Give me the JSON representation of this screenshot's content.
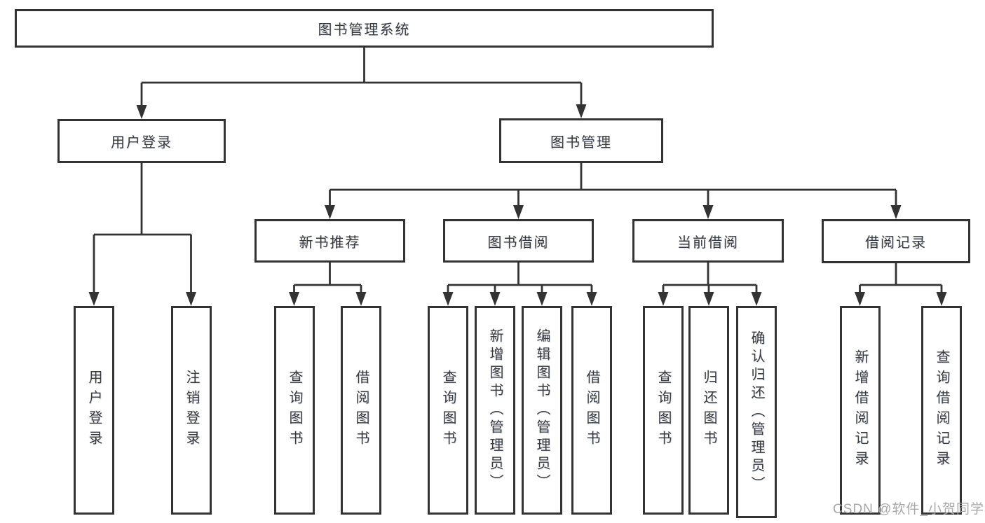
{
  "diagram": {
    "type": "hierarchy-tree",
    "title": "图书管理系统"
  },
  "nodes": {
    "root": "图书管理系统",
    "user_login": "用户登录",
    "book_management": "图书管理",
    "new_book_recommendation": "新书推荐",
    "book_borrowing": "图书借阅",
    "current_borrowing": "当前借阅",
    "borrowing_records": "借阅记录",
    "leaf_user_login": "用户登录",
    "leaf_logout": "注销登录",
    "leaf_query_books_1": "查询图书",
    "leaf_borrow_books_1": "借阅图书",
    "leaf_query_books_2": "查询图书",
    "leaf_add_book_admin": "新增图书（管理员）",
    "leaf_edit_book_admin": "编辑图书（管理员）",
    "leaf_borrow_books_2": "借阅图书",
    "leaf_query_books_3": "查询图书",
    "leaf_return_books": "归还图书",
    "leaf_confirm_return_admin": "确认归还（管理员）",
    "leaf_add_borrow_record": "新增借阅记录",
    "leaf_query_borrow_record": "查询借阅记录"
  },
  "watermark": "CSDN @软件_小贺同学",
  "colors": {
    "line": "#333333",
    "box_border": "#333333",
    "text": "#3a3a3a",
    "background": "#ffffff",
    "watermark": "#a8a8a8"
  }
}
